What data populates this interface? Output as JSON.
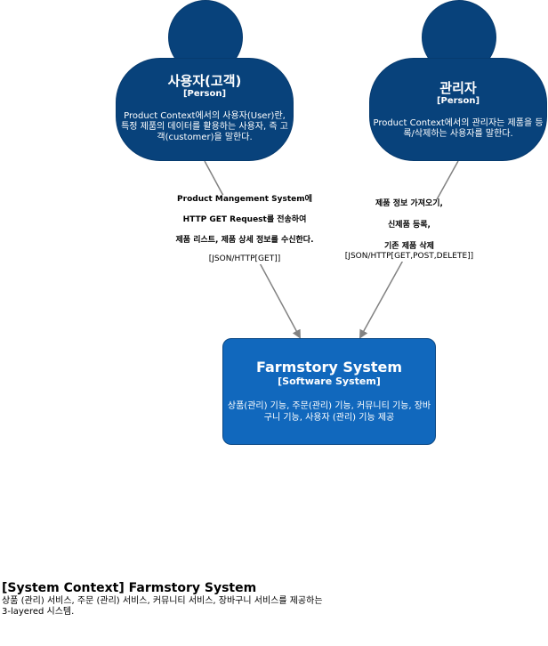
{
  "colors": {
    "person": "#08427b",
    "system": "#1168bd",
    "edge": "#828282"
  },
  "customer": {
    "title": "사용자(고객)",
    "tag": "[Person]",
    "description": "Product Context에서의 사용자(User)란, 특정 제품의 데이터를 활용하는 사용자, 즉 고객(customer)을 말한다."
  },
  "admin": {
    "title": "관리자",
    "tag": "[Person]",
    "description": "Product Context에서의 관리자는 제품을 등록/삭제하는 사용자를 말한다."
  },
  "system": {
    "title": "Farmstory System",
    "tag": "[Software System]",
    "description": "상품(관리) 기능, 주문(관리) 기능, 커뮤니티 기능, 장바구니 기능, 사용자 (관리) 기능 제공"
  },
  "edges": {
    "customer_to_system": {
      "line1": "Product Mangement System에",
      "line2": "HTTP GET Request를 전송하여",
      "line3": "제품 리스트, 제품 상세 정보를 수신한다.",
      "tech": "[JSON/HTTP[GET]]"
    },
    "admin_to_system": {
      "line1": "제품 정보 가져오기,",
      "line2": "신제품 등록,",
      "line3": "기존 제품 삭제",
      "tech": "[JSON/HTTP[GET,POST,DELETE]]"
    }
  },
  "caption": {
    "title": "[System Context] Farmstory System",
    "line1": "상품 (관리) 서비스, 주문 (관리) 서비스, 커뮤니티 서비스, 장바구니 서비스를 제공하는",
    "line2": "3-layered 시스템."
  }
}
